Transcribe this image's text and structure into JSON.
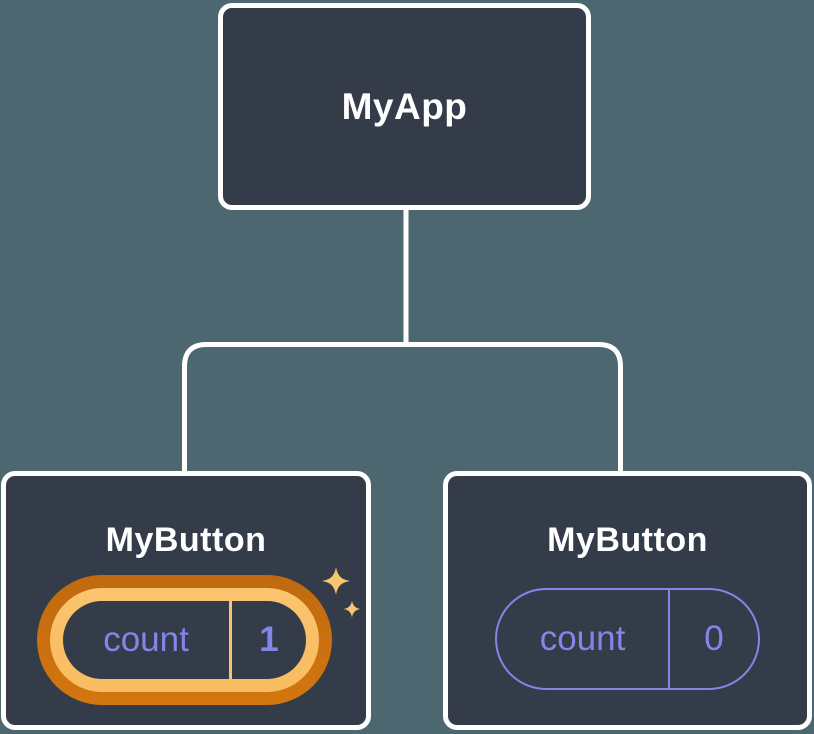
{
  "diagram": {
    "title": "react-component-tree",
    "background_color": "#4d6771",
    "node_fill_color": "#343b49",
    "node_border_color": "#ffffff",
    "connector_color": "#ffffff",
    "accent_purple": "#8286e8",
    "highlight_orange_dark": "#c0690f",
    "highlight_orange_light": "#fac36e",
    "sparkle_color": "#f8c571",
    "root": {
      "label": "MyApp"
    },
    "children": [
      {
        "label": "MyButton",
        "highlighted": true,
        "state": {
          "key": "count",
          "value": "1"
        }
      },
      {
        "label": "MyButton",
        "highlighted": false,
        "state": {
          "key": "count",
          "value": "0"
        }
      }
    ]
  }
}
